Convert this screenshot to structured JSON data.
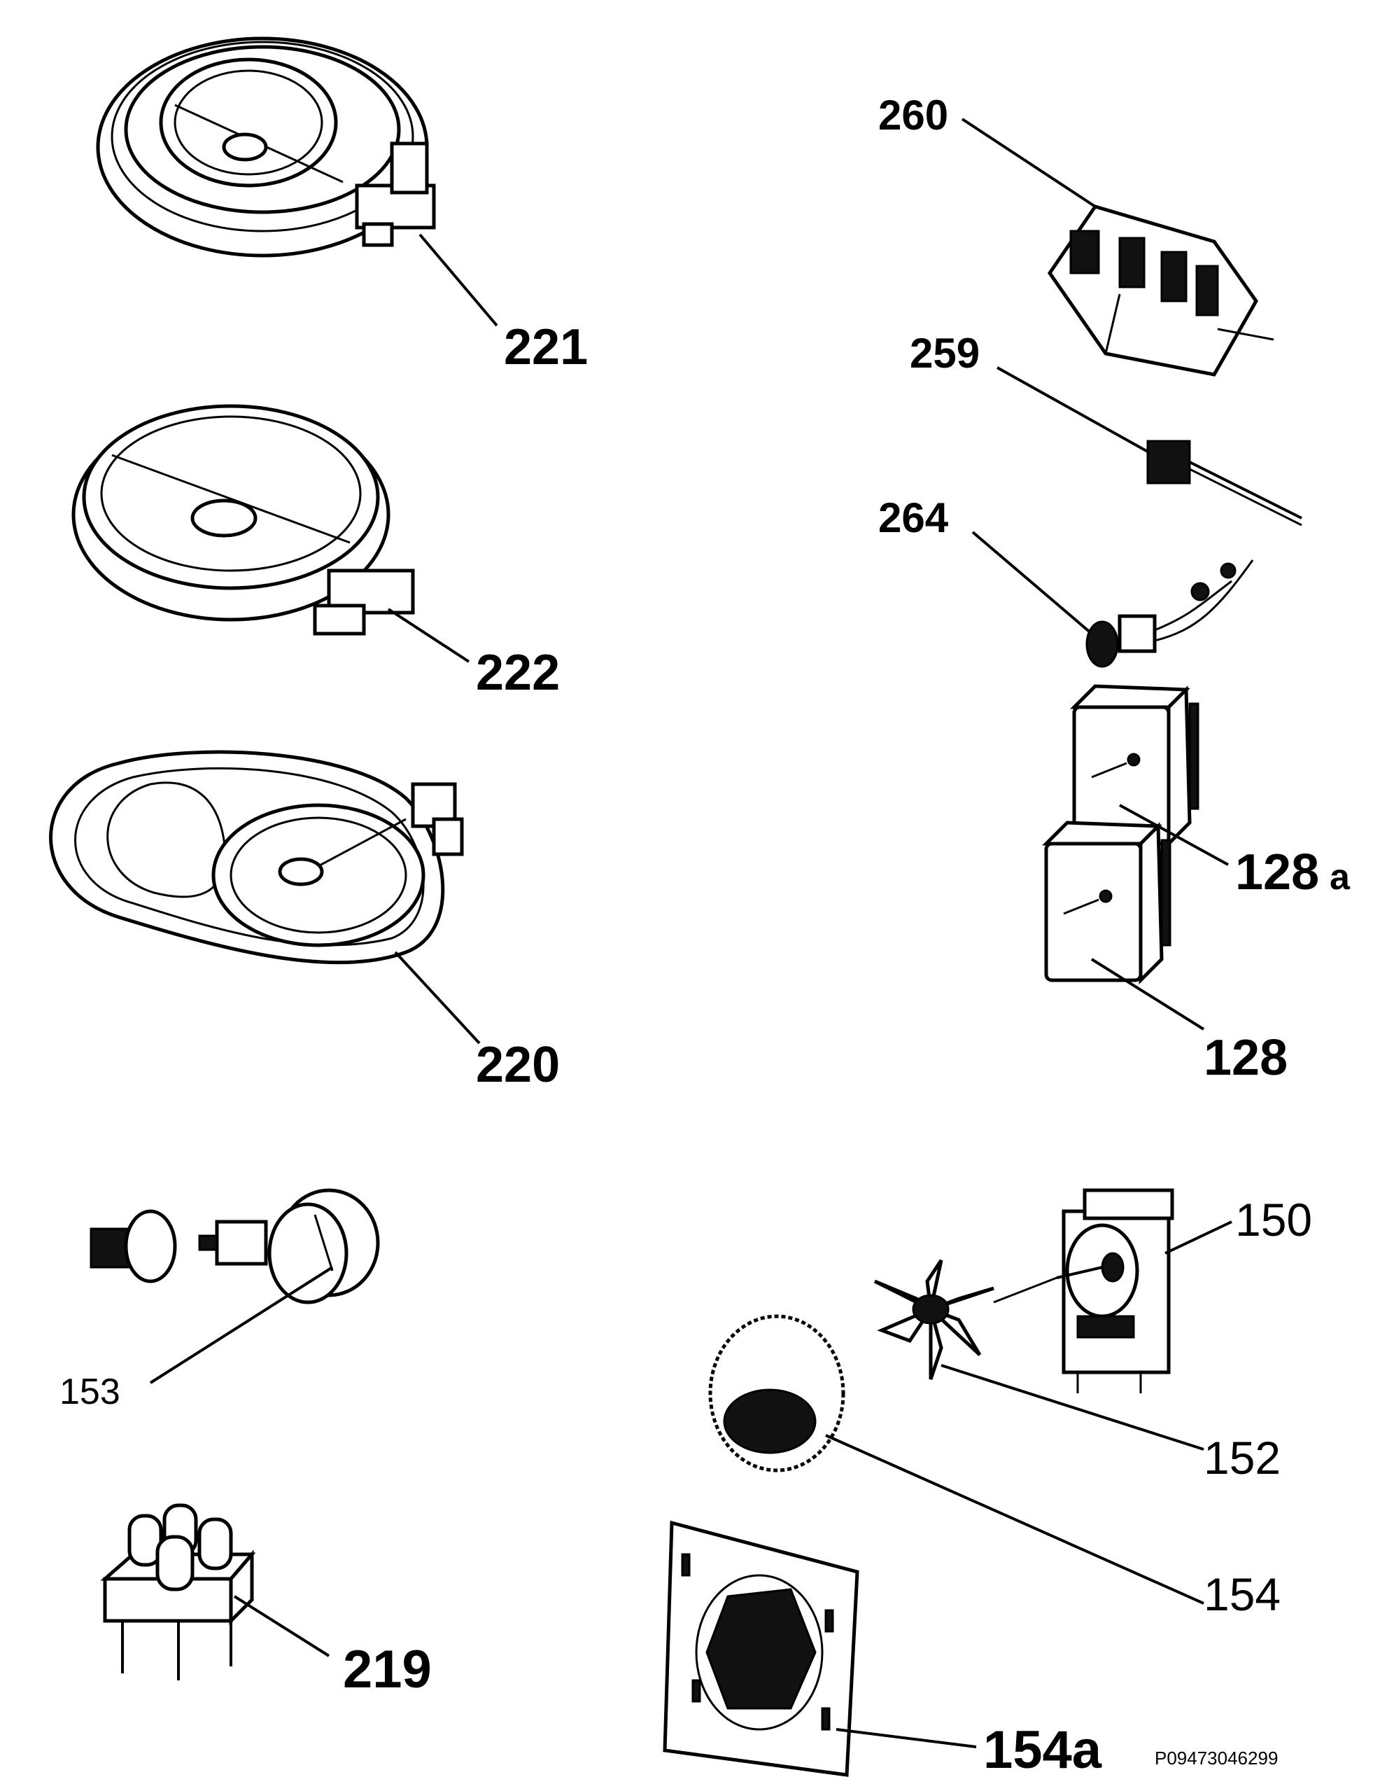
{
  "labels": {
    "p221": "221",
    "p222": "222",
    "p220": "220",
    "p260": "260",
    "p259": "259",
    "p264": "264",
    "p128a_num": "128",
    "p128a_suffix": "a",
    "p128": "128",
    "p153": "153",
    "p150": "150",
    "p152": "152",
    "p154": "154",
    "p219": "219",
    "p154a": "154a"
  },
  "drawing_id": "P09473046299"
}
